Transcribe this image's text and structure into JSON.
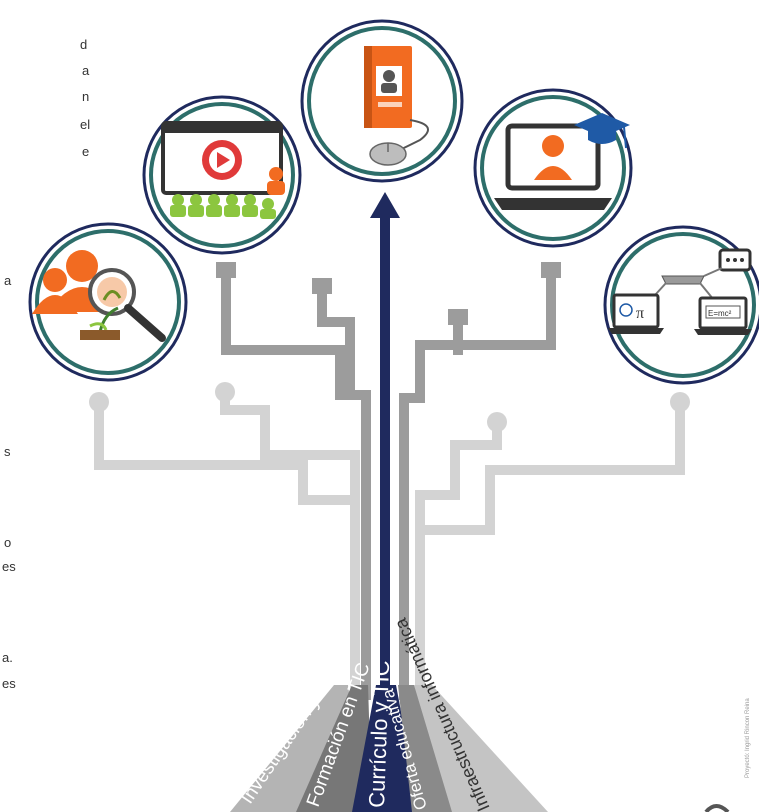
{
  "margin_text": [
    "d",
    "a",
    "n",
    "el",
    "e",
    "a",
    "s",
    "o",
    "es",
    "a.",
    "es"
  ],
  "branch_labels": [
    "Investigación y TIC",
    "Formación en TIC",
    "Currículo y TIC",
    "Oferta educativa",
    "Infraestructura informática"
  ],
  "credit": "Proyectó: Ingrid Rincon Reina",
  "device_labels": {
    "pi": "π",
    "formula": "E=mc²"
  },
  "colors": {
    "circle_border": "#2d6e6a",
    "accent_orange": "#f26b21",
    "navy_arrow": "#1f2a5e",
    "green_figures": "#8cc63f"
  },
  "icons": [
    "research-magnifier-icon",
    "video-lecture-icon",
    "e-book-mouse-icon",
    "online-graduate-laptop-icon",
    "networked-computers-icon"
  ]
}
